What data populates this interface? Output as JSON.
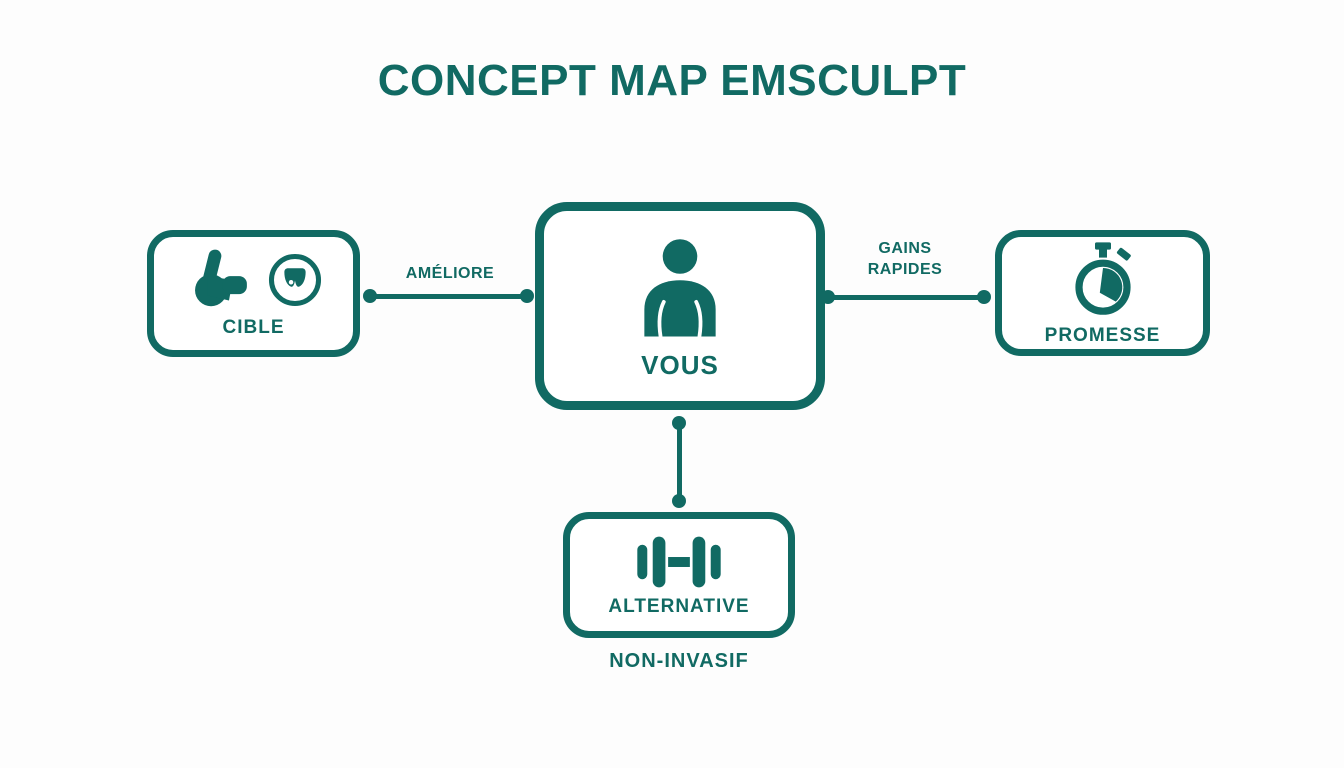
{
  "title": "CONCEPT MAP EMSCULPT",
  "colors": {
    "teal": "#116a63",
    "background": "#fdfdfd"
  },
  "nodes": {
    "center": {
      "label": "VOUS",
      "icon": "person-icon"
    },
    "left": {
      "label": "CIBLE",
      "icons": [
        "bicep-icon",
        "fat-circle-icon"
      ]
    },
    "right": {
      "label": "PROMESSE",
      "icon": "stopwatch-icon"
    },
    "bottom": {
      "label": "ALTERNATIVE",
      "icon": "dumbbell-icon",
      "caption": "NON-INVASIF"
    }
  },
  "connectors": {
    "left": {
      "label": "AMÉLIORE"
    },
    "right": {
      "lines": [
        "GAINS",
        "RAPIDES"
      ]
    }
  }
}
